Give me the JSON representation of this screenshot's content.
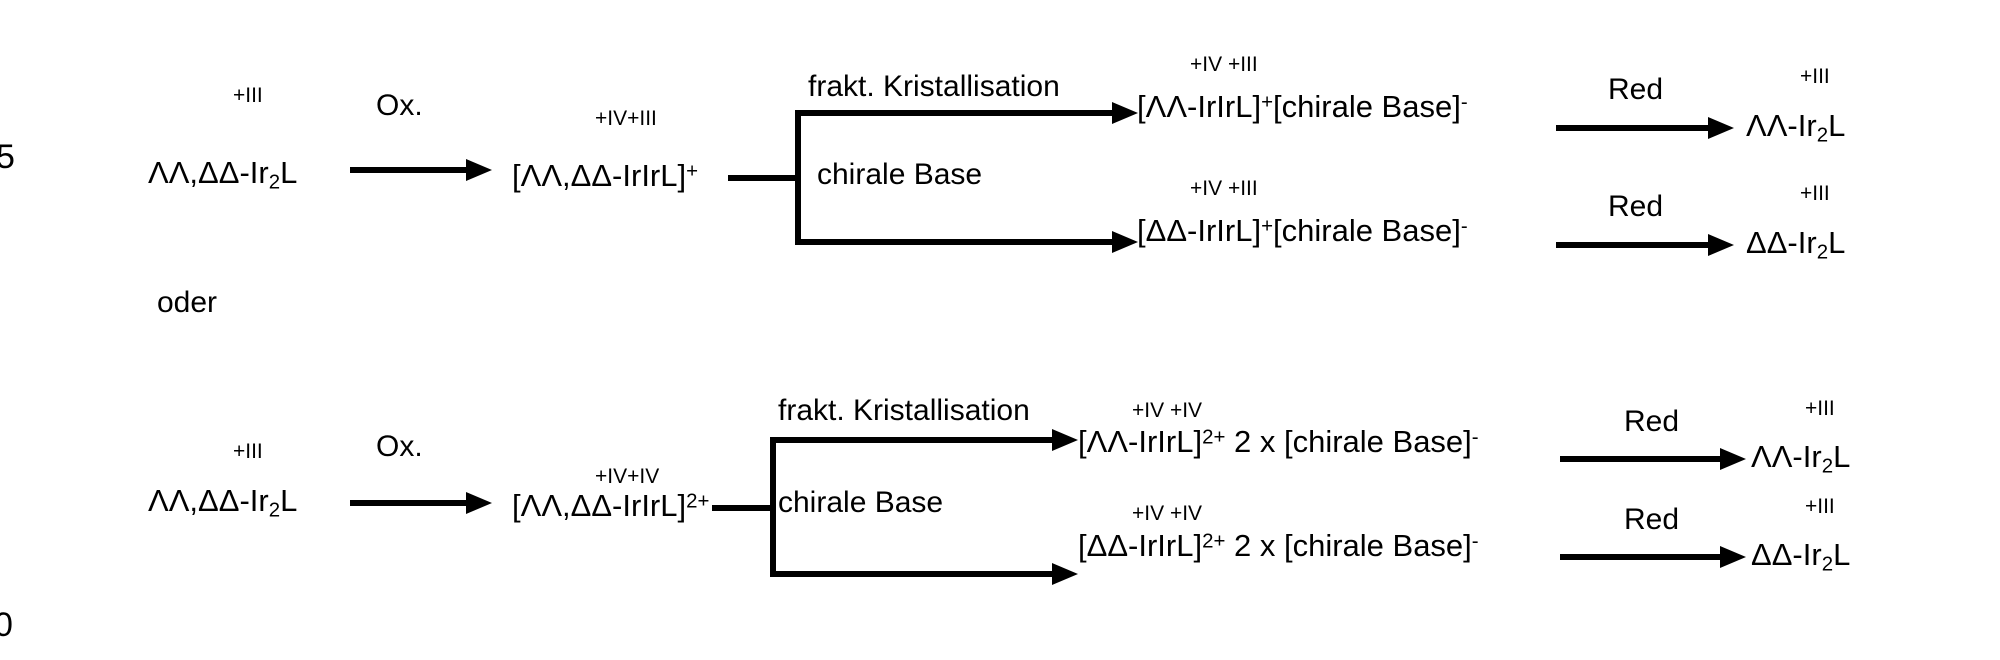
{
  "diagram": {
    "title_text": "",
    "connector_label": "oder",
    "left_margin_marks": [
      "5",
      "0"
    ],
    "colors": {
      "ink": "#000000",
      "background": "#ffffff"
    },
    "schemes": [
      {
        "id": "scheme-1",
        "start": {
          "oxidation": "+III",
          "formula_html": "ΛΛ,ΔΔ-Ir<sub>2</sub>L"
        },
        "oxidation_arrow_label": "Ox.",
        "intermediate": {
          "oxidation": "+IV+III",
          "formula_html": "[ΛΛ,ΔΔ-IrIrL]<sup>+</sup>"
        },
        "branch_labels": {
          "top": "frakt. Kristallisation",
          "bottom": "chirale Base"
        },
        "branches": [
          {
            "id": "branch-top",
            "product": {
              "oxidation": "+IV +III",
              "formula_html": "[ΛΛ-IrIrL]<sup>+</sup>[chirale Base]<sup>-</sup>"
            },
            "reduction_label": "Red",
            "final": {
              "oxidation": "+III",
              "formula_html": "ΛΛ-Ir<sub>2</sub>L"
            }
          },
          {
            "id": "branch-bottom",
            "product": {
              "oxidation": "+IV +III",
              "formula_html": "[ΔΔ-IrIrL]<sup>+</sup>[chirale Base]<sup>-</sup>"
            },
            "reduction_label": "Red",
            "final": {
              "oxidation": "+III",
              "formula_html": "ΔΔ-Ir<sub>2</sub>L"
            }
          }
        ]
      },
      {
        "id": "scheme-2",
        "start": {
          "oxidation": "+III",
          "formula_html": "ΛΛ,ΔΔ-Ir<sub>2</sub>L"
        },
        "oxidation_arrow_label": "Ox.",
        "intermediate": {
          "oxidation": "+IV+IV",
          "formula_html": "[ΛΛ,ΔΔ-IrIrL]<sup>2+</sup>"
        },
        "branch_labels": {
          "top": "frakt. Kristallisation",
          "bottom": "chirale Base"
        },
        "branches": [
          {
            "id": "branch-top",
            "product": {
              "oxidation": "+IV +IV",
              "formula_html": "[ΛΛ-IrIrL]<sup>2+</sup> 2 x [chirale Base]<sup>-</sup>"
            },
            "reduction_label": "Red",
            "final": {
              "oxidation": "+III",
              "formula_html": "ΛΛ-Ir<sub>2</sub>L"
            }
          },
          {
            "id": "branch-bottom",
            "product": {
              "oxidation": "+IV +IV",
              "formula_html": "[ΔΔ-IrIrL]<sup>2+</sup> 2 x [chirale Base]<sup>-</sup>"
            },
            "reduction_label": "Red",
            "final": {
              "oxidation": "+III",
              "formula_html": "ΔΔ-Ir<sub>2</sub>L"
            }
          }
        ]
      }
    ]
  }
}
